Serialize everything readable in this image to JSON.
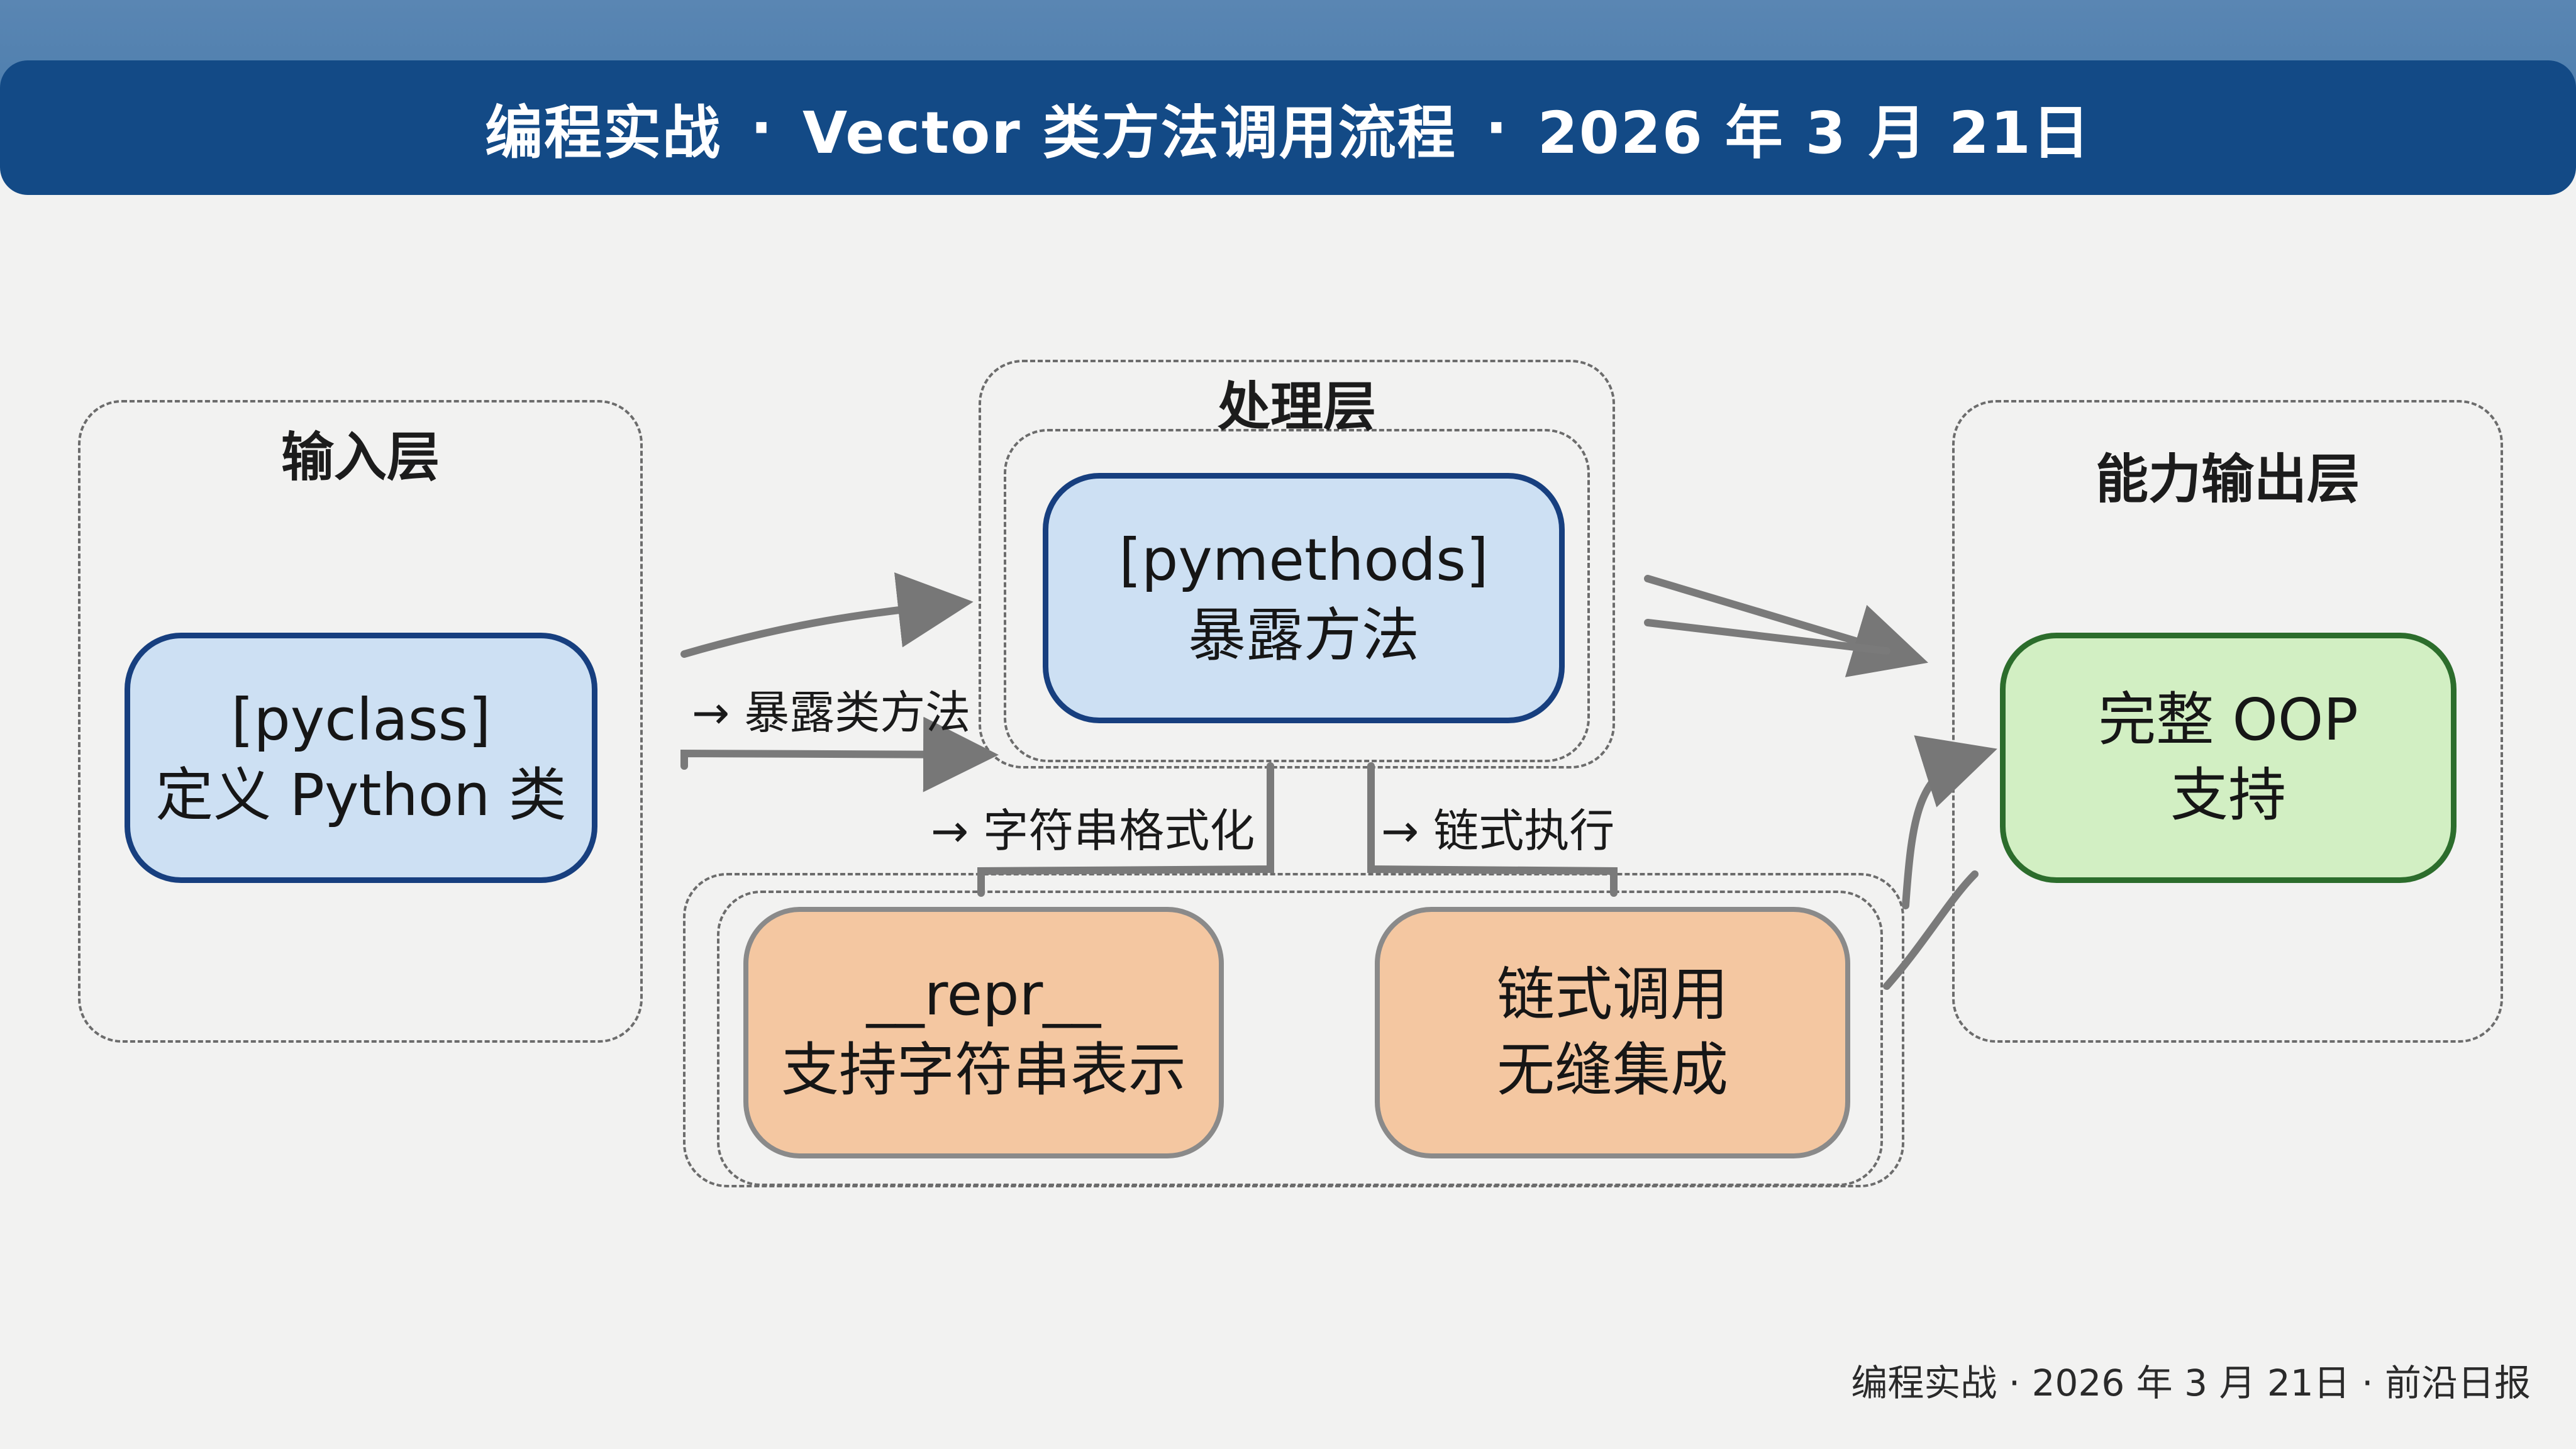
{
  "header": {
    "title_part1": "编程实战",
    "separator": "·",
    "title_part2": "Vector 类方法调用流程",
    "title_part3": "2026 年 3 月 21日"
  },
  "groups": {
    "input": "输入层",
    "process": "处理层",
    "output": "能力输出层"
  },
  "nodes": {
    "pyclass": {
      "line1": "[pyclass]",
      "line2": "定义 Python 类"
    },
    "pymethods": {
      "line1": "[pymethods]",
      "line2": "暴露方法"
    },
    "repr": {
      "line1": "__repr__",
      "line2": "支持字符串表示"
    },
    "chain": {
      "line1": "链式调用",
      "line2": "无缝集成"
    },
    "oop": {
      "line1": "完整 OOP",
      "line2": "支持"
    }
  },
  "edges": {
    "expose": "→ 暴露类方法",
    "format": "→ 字符串格式化",
    "chain": "→ 链式执行"
  },
  "footer": "编程实战 · 2026 年 3 月 21日 · 前沿日报",
  "colors": {
    "title_bar": "#134a86",
    "blue_fill": "#cde0f3",
    "blue_border": "#173f7f",
    "orange_fill": "#f4c7a1",
    "green_fill": "#d2efc3",
    "green_border": "#2c6d2c"
  }
}
